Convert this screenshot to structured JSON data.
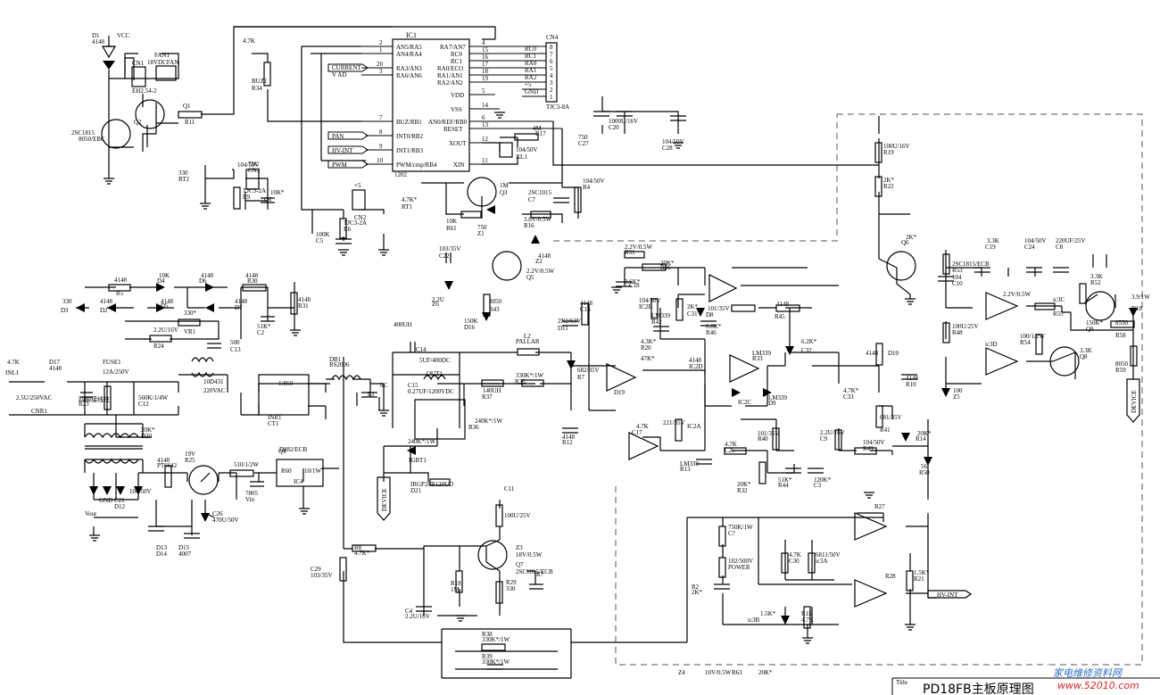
{
  "title_label": "Title",
  "title": "PD18FB主板原理图",
  "watermark": {
    "cn": "家电维修资料网",
    "url": "www.52010.com"
  },
  "ic1": {
    "name": "IC1",
    "part": "1202",
    "left_pins": [
      {
        "num": "2",
        "name": "AN5/RA5"
      },
      {
        "num": "1",
        "name": "AN4/RA4"
      },
      {
        "num": "20",
        "name": "RA3/AN3"
      },
      {
        "num": "3",
        "name": "RA6/AN6"
      },
      {
        "num": "7",
        "name": "BUZ/RB1"
      },
      {
        "num": "8",
        "name": "INT0/RB2"
      },
      {
        "num": "9",
        "name": "INT1/RB3"
      },
      {
        "num": "10",
        "name": "PWM/cmp/RB4"
      }
    ],
    "right_pins": [
      {
        "num": "4",
        "name": "RA7/AN7"
      },
      {
        "num": "15",
        "name": "RC0"
      },
      {
        "num": "16",
        "name": "RC1"
      },
      {
        "num": "17",
        "name": "RA0/ECO"
      },
      {
        "num": "18",
        "name": "RA1/AN1"
      },
      {
        "num": "19",
        "name": "RA2/AN2"
      },
      {
        "num": "5",
        "name": "VDD"
      },
      {
        "num": "14",
        "name": "VSS"
      },
      {
        "num": "6",
        "name": "AN0/REF/RB0"
      },
      {
        "num": "13",
        "name": "RESET"
      },
      {
        "num": "12",
        "name": "XOUT"
      },
      {
        "num": "11",
        "name": "XIN"
      }
    ]
  },
  "cn4": {
    "name": "CN4",
    "part": "TJC3-8A",
    "pins": [
      {
        "n": "8",
        "s": "RC0"
      },
      {
        "n": "7",
        "s": "RC1"
      },
      {
        "n": "6",
        "s": "RA0"
      },
      {
        "n": "5",
        "s": "RA1"
      },
      {
        "n": "4",
        "s": "RA2"
      },
      {
        "n": "3",
        "s": "+5"
      },
      {
        "n": "2",
        "s": "GND"
      },
      {
        "n": "1",
        "s": ""
      }
    ]
  },
  "net_tags": [
    "CURRENT",
    "V AD",
    "PAN",
    "HV-INT",
    "PWM"
  ],
  "hv_out_tag": "HV-INT",
  "device_tags": [
    "DEVICE",
    "DEVICE"
  ],
  "text_labels": [
    "D1",
    "4148",
    "VCC",
    "CN1",
    "FAN1",
    "18VDCFAN",
    "EH2.54-2",
    "Q2",
    "2SC1815",
    "8050/EBC",
    "Q1",
    "R11",
    "4.7K",
    "BUZ1",
    "R34",
    "330",
    "RT2",
    "75C",
    "CN3",
    "TJC3-2A",
    "R9",
    "10K*",
    "C6",
    "104/50V",
    "+5",
    "CN2",
    "TJC3-2A",
    "R6",
    "4.7K*",
    "RT1",
    "100K",
    "C5",
    "104/50V",
    "XL1",
    "4M",
    "R17",
    "1M",
    "Q3",
    "2SC1015",
    "C7",
    "104/50V",
    "R4",
    "10K",
    "R61",
    "750",
    "Z1",
    "3.6V/0.5W",
    "R16",
    "750",
    "C27",
    "1000U/16V",
    "C20",
    "104/50V",
    "C28",
    "100U/16V",
    "R19",
    "2K*",
    "R22",
    "2K*",
    "Q6",
    "2SC1815/ECB",
    "R53",
    "3.3K",
    "C19",
    "104/50V",
    "C24",
    "220UF/25V",
    "C8",
    "104",
    "C10",
    "100U/25V",
    "R48",
    "100",
    "Z5",
    "2.2V/0.5W",
    "ic3D",
    "ic3C",
    "R55",
    "3.3K",
    "R52",
    "150K*",
    "Q9",
    "8550",
    "R58",
    "100/1/2W",
    "R54",
    "3.3K",
    "Q8",
    "8050",
    "R59",
    "3.9/1W",
    "D18",
    "4148",
    "R5",
    "10K",
    "D4",
    "4148",
    "D6",
    "4148",
    "R30",
    "330",
    "D3",
    "4148",
    "D2",
    "4148",
    "D5",
    "4148",
    "D7",
    "4148",
    "R31",
    "51K*",
    "C2",
    "2.2U/16V",
    "R24",
    "330*",
    "VR1",
    "500",
    "C13",
    "103/35V",
    "C22",
    "2.2U",
    "Z6",
    "2.2V/0.5W",
    "Q5",
    "8050",
    "R43",
    "150K",
    "D16",
    "4148",
    "Z2",
    "2.2V/0.5W",
    "R51",
    "20K*",
    "R56",
    "3.6K*",
    "C18",
    "104/50V",
    "IC2B",
    "LM339",
    "R42",
    "4.3K*",
    "R20",
    "2K*",
    "C31",
    "101/35V",
    "D8",
    "4148",
    "R45",
    "6.8K*",
    "R46",
    "6.2K*",
    "C32",
    "2N2/63V",
    "D11",
    "4148",
    "C16",
    "682/35V",
    "R7",
    "47K*",
    "D19",
    "4148",
    "IC2D",
    "LM339",
    "R33",
    "",
    "IC2C",
    "LM339",
    "D9",
    "4148",
    "D10",
    "4148",
    "R10",
    "4.7K*",
    "C33",
    "681/35V",
    "R41",
    "20K*",
    "R14",
    "4.7K",
    "D17",
    "4148",
    "INL1",
    "FUSE1",
    "12A/250V",
    "四脚接线柱",
    "R23",
    "560K/1/4W",
    "C12",
    "2.5U/250VAC",
    "CNR1",
    "10D431",
    "220VAC",
    "INR1",
    "CT1",
    "1:850",
    "DB1",
    "RS2006",
    "AC",
    "L1",
    "400UH",
    "C14",
    "5UF/400DC",
    "OUT1",
    "C15",
    "0.27UF/1200VDC",
    "L2",
    "PALLAR",
    "140UH",
    "R37",
    "330K*/1W",
    "R35",
    "240K*/1W",
    "R36",
    "240K*/1W",
    "IGBT1",
    "IRGP20B120UD",
    "D21",
    "4148",
    "R12",
    "4.7K",
    "C17",
    "221/35V",
    "IC2A",
    "LM339",
    "R13",
    "4.7K",
    "C25",
    "101/35V",
    "R40",
    "20K*",
    "R32",
    "51K*",
    "R44",
    "120K*",
    "C3",
    "2.2U/16V",
    "C9",
    "104/50V",
    "R49",
    "56",
    "R50",
    "20K*",
    "D20",
    "4148",
    "PT6642",
    "19V",
    "R25",
    "510/1/2W",
    "Q4",
    "D882/ECB",
    "R60",
    "10/1W",
    "IC4",
    "7805",
    "Vin",
    "Vout",
    "GND",
    "C21",
    "104/50V",
    "D12",
    "D13",
    "D14",
    "D15",
    "4007",
    "C26",
    "470U/50V",
    "C11",
    "100U/25V",
    "Z3",
    "18V/0.5W",
    "R29",
    "330",
    "Q7",
    "2SC1815/ECB",
    "R18",
    "1M",
    "C4",
    "2.2U/16V",
    "R8",
    "4.7K*",
    "C29",
    "103/35V",
    "R38",
    "330K*/1W",
    "R39",
    "330K*/1W",
    "R?",
    "750K/1W",
    "C?",
    "102/500V",
    "POWER",
    "R2",
    "2K*",
    "R27",
    "4.7K",
    "C30",
    "6811/50V",
    "ic3A",
    "R28",
    "1.5K*",
    "R21",
    "1.5K*",
    "ic3B",
    "R15",
    "4.7K",
    "Z4",
    "10V/0.5W",
    "R63",
    "20K*"
  ]
}
